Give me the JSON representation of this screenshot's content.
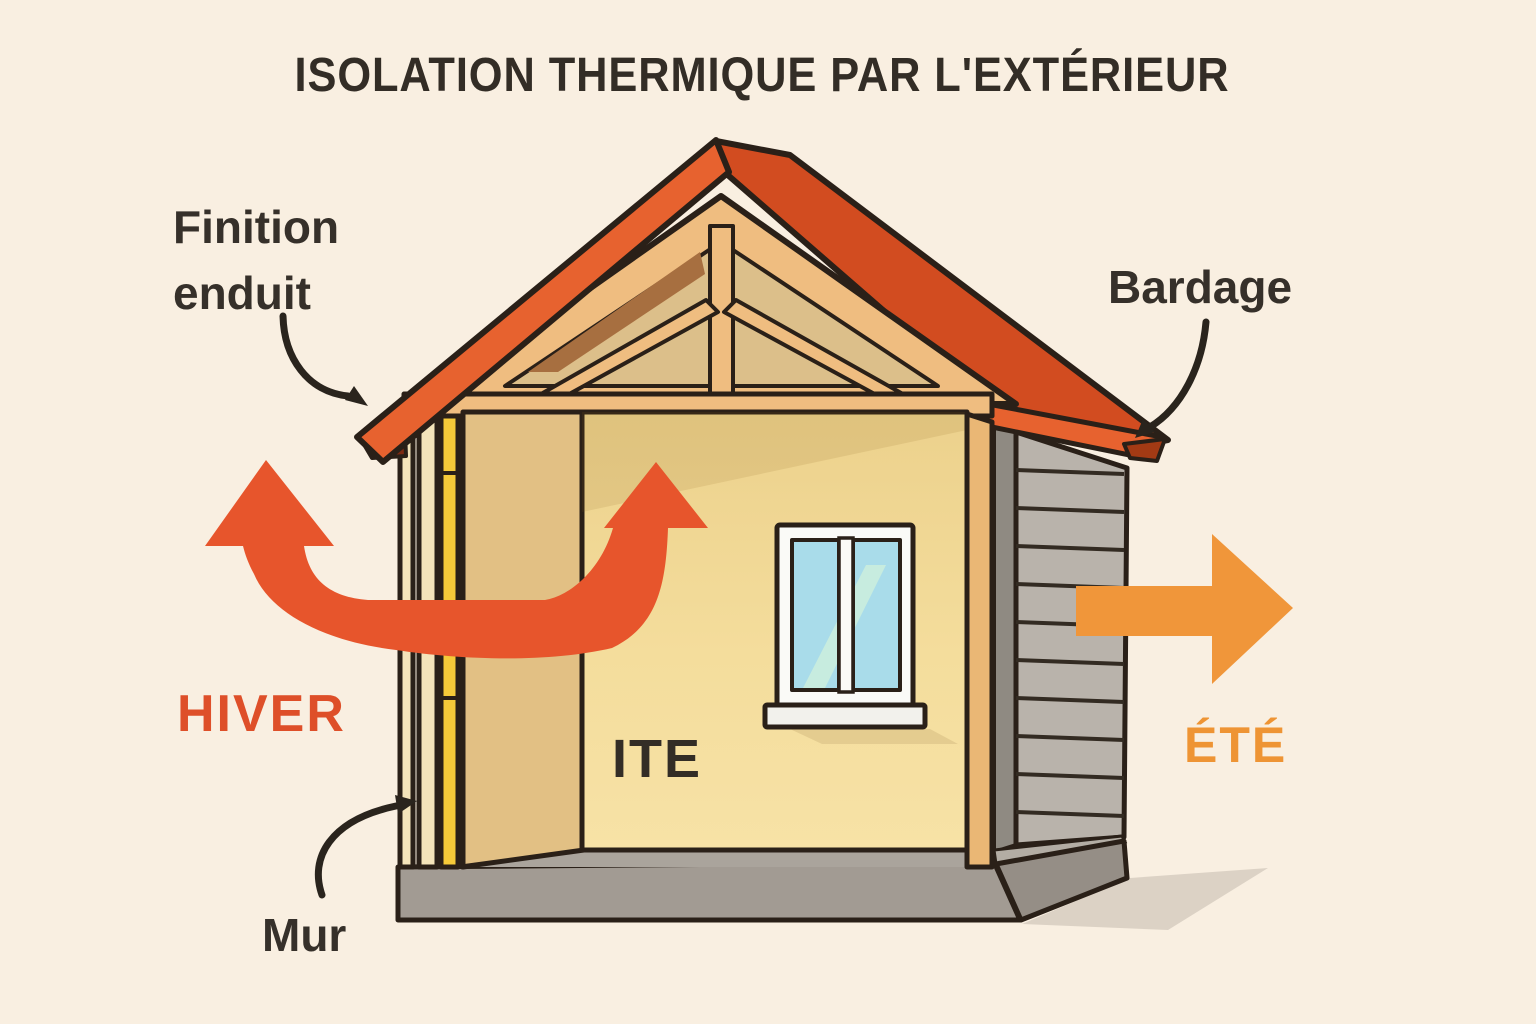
{
  "title": "ISOLATION THERMIQUE PAR L'EXTÉRIEUR",
  "labels": {
    "finition_line1": "Finition",
    "finition_line2": "enduit",
    "bardage": "Bardage",
    "hiver": "HIVER",
    "ite": "ITE",
    "ete": "ÉTÉ",
    "mur": "Mur"
  },
  "colors": {
    "background": "#f9efe1",
    "title_text": "#332d26",
    "label_text": "#36302a",
    "winter_text": "#de4f29",
    "winter_arrow": "#e7552c",
    "summer_text": "#ee9434",
    "summer_arrow": "#f0963a",
    "roof_front": "#e7622f",
    "roof_side": "#d24c20",
    "roof_underside": "#7c2a12",
    "insulation": "#f5ca39",
    "render_coat": "#f4e4ba",
    "wood": "#efbd80",
    "gable_infill": "#dcbf8a",
    "interior_wall": "#e2c084",
    "back_wall": "#f2d996",
    "corner_post": "#eab775",
    "siding": "#b9b3ab",
    "floor": "#aaa49c",
    "slab": "#a29b93",
    "window_glass": "#a9dcea",
    "outline": "#2a2018",
    "ground_shadow": "#dcd2c5"
  }
}
